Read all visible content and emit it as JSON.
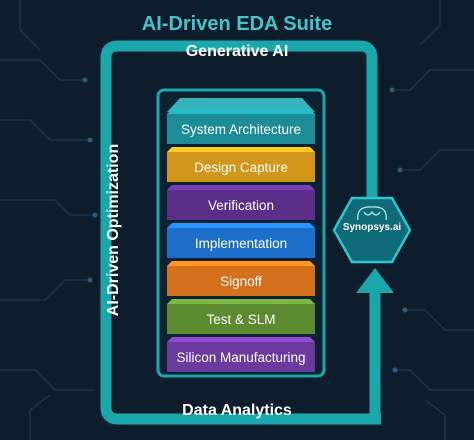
{
  "title": "AI-Driven EDA Suite",
  "top_label": "Generative AI",
  "bottom_label": "Data Analytics",
  "side_label": "AI-Driven Optimization",
  "badge_label": "Synopsys.ai",
  "layers": [
    {
      "label": "System Architecture",
      "color": "#1c8c96"
    },
    {
      "label": "Design Capture",
      "color": "#d2971a"
    },
    {
      "label": "Verification",
      "color": "#5b2e8a"
    },
    {
      "label": "Implementation",
      "color": "#1e6fcc"
    },
    {
      "label": "Signoff",
      "color": "#d5701d"
    },
    {
      "label": "Test & SLM",
      "color": "#5b8a31"
    },
    {
      "label": "Silicon Manufacturing",
      "color": "#6a3a9e"
    }
  ],
  "colors": {
    "frame": "#1aa7ac",
    "background": "#0d1d2b",
    "accent_text": "#47c2c9"
  }
}
